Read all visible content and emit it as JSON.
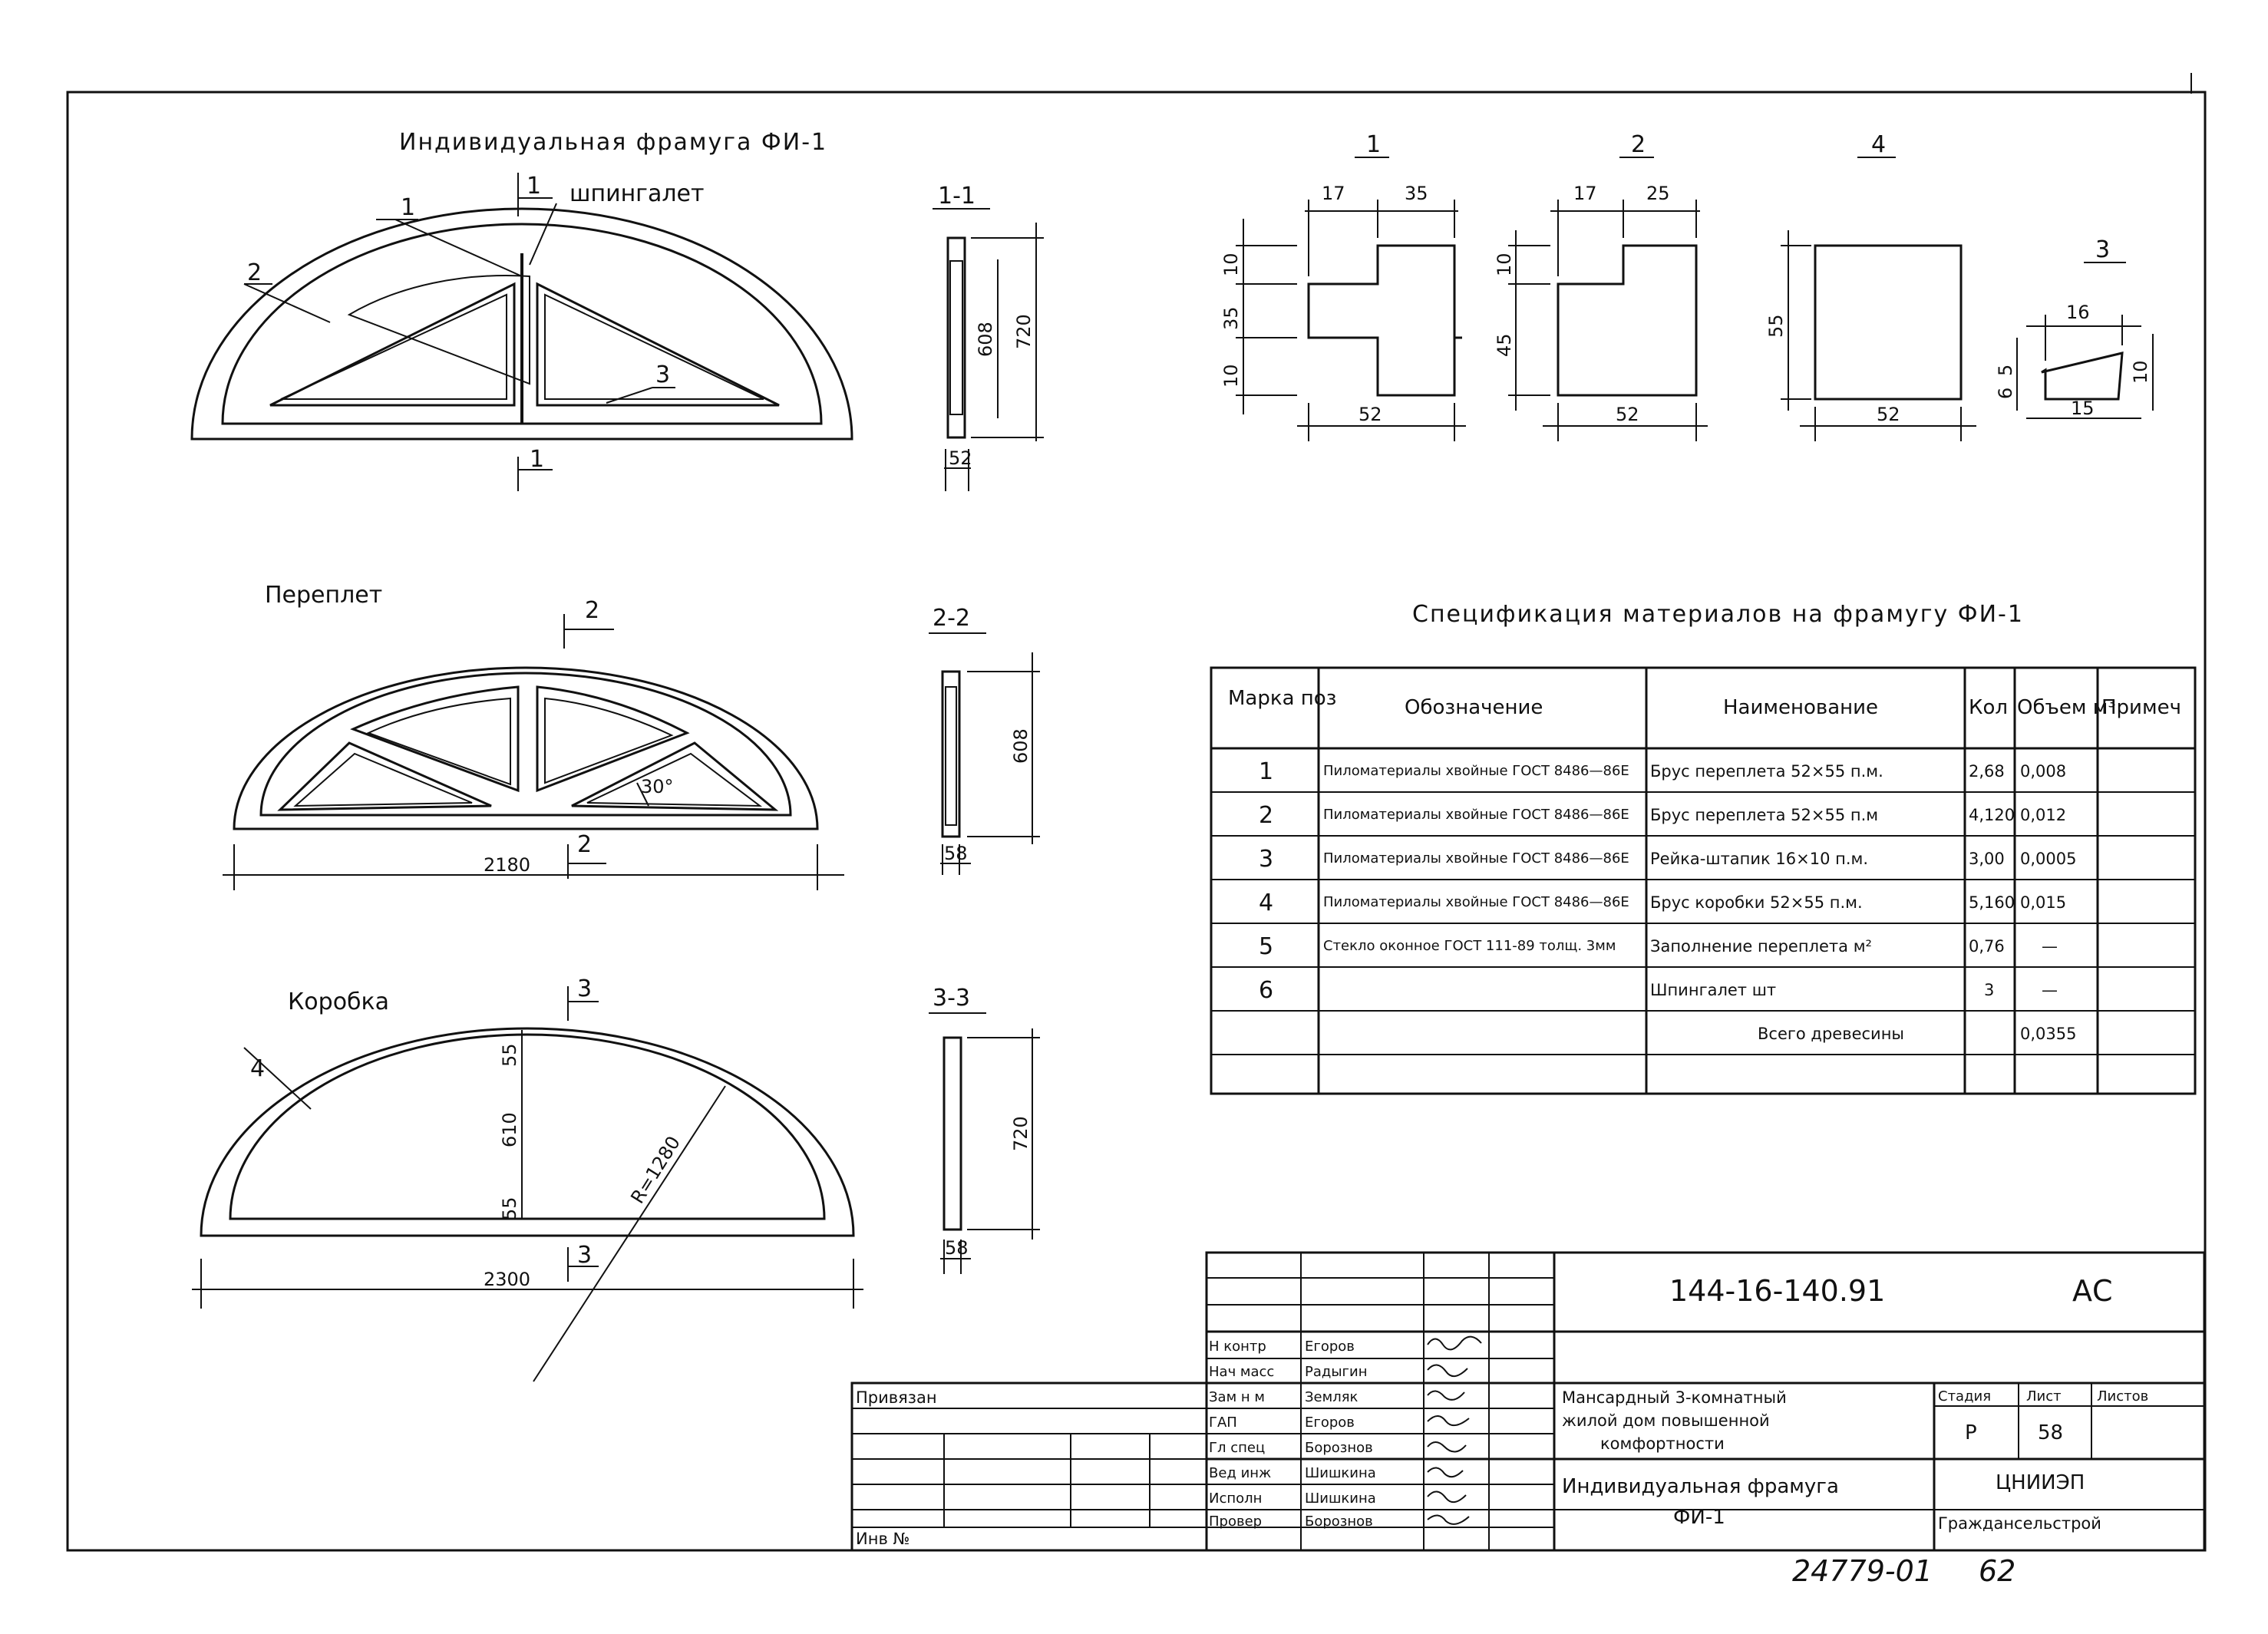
{
  "titles": {
    "fi1": "Индивидуальная фрамуга ФИ-1",
    "pereplet": "Переплет",
    "korobka": "Коробка",
    "spec": "Спецификация материалов на фрамугу ФИ-1"
  },
  "callouts": {
    "shpingalet": "шпингалет",
    "n1": "1",
    "n2": "2",
    "n3": "3",
    "n4": "4"
  },
  "sections": {
    "s11": "1-1",
    "s22": "2-2",
    "s33": "3-3",
    "m1": "1",
    "m2": "2",
    "m3": "3"
  },
  "dims": {
    "h720": "720",
    "h608": "608",
    "w52": "52",
    "w58": "58",
    "width_2180": "2180",
    "width_2300": "2300",
    "d55a": "55",
    "d610": "610",
    "d55b": "55",
    "radius": "R=1280",
    "angle": "30°"
  },
  "profiles": {
    "p1": {
      "label": "1",
      "top_a": "17",
      "top_b": "35",
      "left_a": "10",
      "left_b": "35",
      "left_c": "10",
      "bottom": "52"
    },
    "p2": {
      "label": "2",
      "top_a": "17",
      "top_b": "25",
      "left_a": "10",
      "left_b": "45",
      "bottom": "52"
    },
    "p4": {
      "label": "4",
      "left": "55",
      "bottom": "52"
    },
    "p3": {
      "label": "3",
      "top": "16",
      "left_a": "5",
      "left_b": "6",
      "right": "10",
      "bottom": "15"
    }
  },
  "spec_table": {
    "headers": [
      "Марка поз",
      "Обозначение",
      "Наименование",
      "Кол",
      "Объем м³",
      "Примеч"
    ],
    "rows": [
      {
        "mark": "1",
        "designation": "Пиломатериалы хвойные ГОСТ 8486—86Е",
        "name": "Брус переплета 52×55 п.м.",
        "qty": "2,68",
        "volume": "0,008",
        "note": ""
      },
      {
        "mark": "2",
        "designation": "Пиломатериалы хвойные ГОСТ 8486—86Е",
        "name": "Брус переплета 52×55 п.м",
        "qty": "4,120",
        "volume": "0,012",
        "note": ""
      },
      {
        "mark": "3",
        "designation": "Пиломатериалы хвойные ГОСТ 8486—86Е",
        "name": "Рейка-штапик 16×10 п.м.",
        "qty": "3,00",
        "volume": "0,0005",
        "note": ""
      },
      {
        "mark": "4",
        "designation": "Пиломатериалы хвойные ГОСТ 8486—86Е",
        "name": "Брус коробки 52×55 п.м.",
        "qty": "5,160",
        "volume": "0,015",
        "note": ""
      },
      {
        "mark": "5",
        "designation": "Стекло оконное ГОСТ 111-89 толщ. 3мм",
        "name": "Заполнение переплета м²",
        "qty": "0,76",
        "volume": "—",
        "note": ""
      },
      {
        "mark": "6",
        "designation": "",
        "name": "Шпингалет шт",
        "qty": "3",
        "volume": "—",
        "note": ""
      },
      {
        "mark": "",
        "designation": "",
        "name": "Всего древесины",
        "qty": "",
        "volume": "0,0355",
        "note": ""
      },
      {
        "mark": "",
        "designation": "",
        "name": "",
        "qty": "",
        "volume": "",
        "note": ""
      }
    ]
  },
  "title_block": {
    "code": "144-16-140.91",
    "suffix": "АС",
    "privyazan": "Привязан",
    "inv": "Инв №",
    "roles": [
      {
        "role": "Н контр",
        "name": "Егоров"
      },
      {
        "role": "Нач масс",
        "name": "Радыгин"
      },
      {
        "role": "Зам н м",
        "name": "Земляк"
      },
      {
        "role": "ГАП",
        "name": "Егоров"
      },
      {
        "role": "Гл спец",
        "name": "Борознов"
      },
      {
        "role": "Вед инж",
        "name": "Шишкина"
      },
      {
        "role": "Исполн",
        "name": "Шишкина"
      },
      {
        "role": "Провер",
        "name": "Борознов"
      }
    ],
    "project": [
      "Мансардный 3-комнатный",
      "жилой дом повышенной",
      "комфортности"
    ],
    "sheet_title": [
      "Индивидуальная фрамуга",
      "ФИ-1"
    ],
    "stage_h": "Стадия",
    "sheet_h": "Лист",
    "sheets_h": "Листов",
    "stage": "Р",
    "sheet": "58",
    "sheets": "",
    "org1": "ЦНИИЭП",
    "org2": "Граждансельстрой"
  },
  "footer": {
    "number": "24779-01",
    "page": "62"
  }
}
